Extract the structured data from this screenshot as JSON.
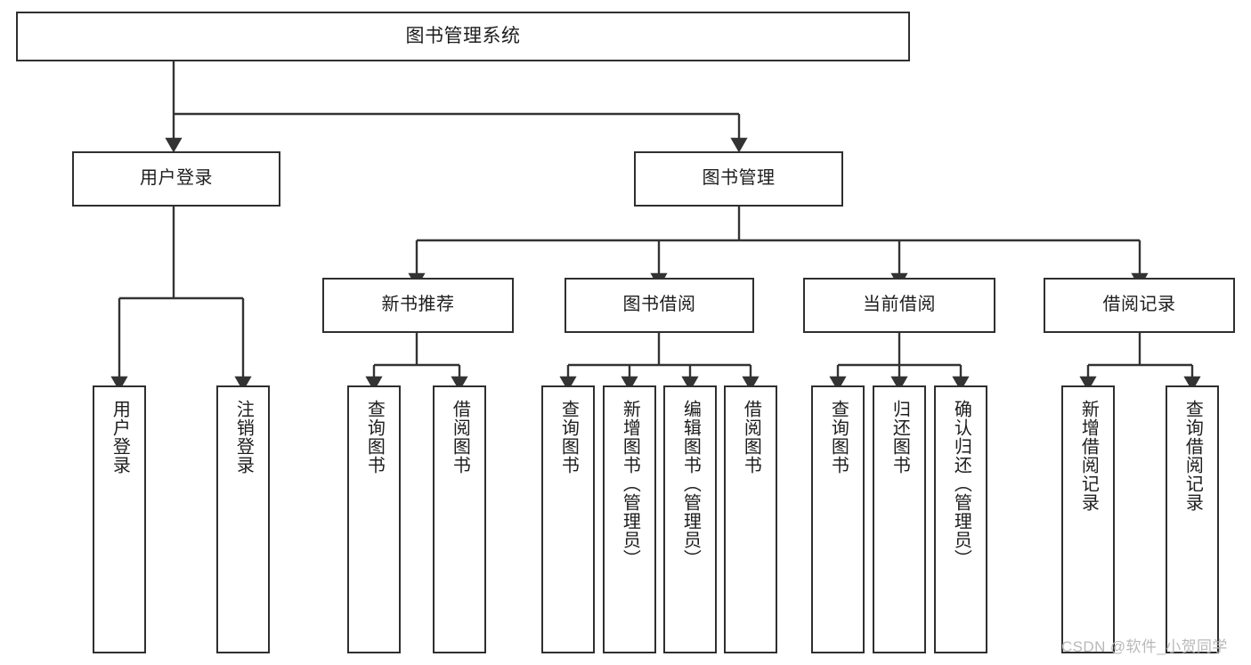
{
  "diagram": {
    "title": "图书管理系统",
    "type": "tree",
    "colors": {
      "background": "#ffffff",
      "node_border": "#2f2f2f",
      "node_fill": "#ffffff",
      "edge": "#333333",
      "text": "#1d1d1d",
      "watermark": "#b9b9b9"
    },
    "root": {
      "label": "图书管理系统"
    },
    "level2": [
      {
        "label": "用户登录"
      },
      {
        "label": "图书管理"
      }
    ],
    "level3": [
      {
        "label": "新书推荐"
      },
      {
        "label": "图书借阅"
      },
      {
        "label": "当前借阅"
      },
      {
        "label": "借阅记录"
      }
    ],
    "leaves": {
      "user_login": [
        {
          "label": "用户登录"
        },
        {
          "label": "注销登录"
        }
      ],
      "new_book": [
        {
          "label": "查询图书"
        },
        {
          "label": "借阅图书"
        }
      ],
      "book_borrow": [
        {
          "label": "查询图书"
        },
        {
          "label": "新增图书（管理员）"
        },
        {
          "label": "编辑图书（管理员）"
        },
        {
          "label": "借阅图书"
        }
      ],
      "current_borrow": [
        {
          "label": "查询图书"
        },
        {
          "label": "归还图书"
        },
        {
          "label": "确认归还（管理员）"
        }
      ],
      "borrow_record": [
        {
          "label": "新增借阅记录"
        },
        {
          "label": "查询借阅记录"
        }
      ]
    }
  },
  "watermark": {
    "text": "CSDN @软件_小贺同学"
  }
}
